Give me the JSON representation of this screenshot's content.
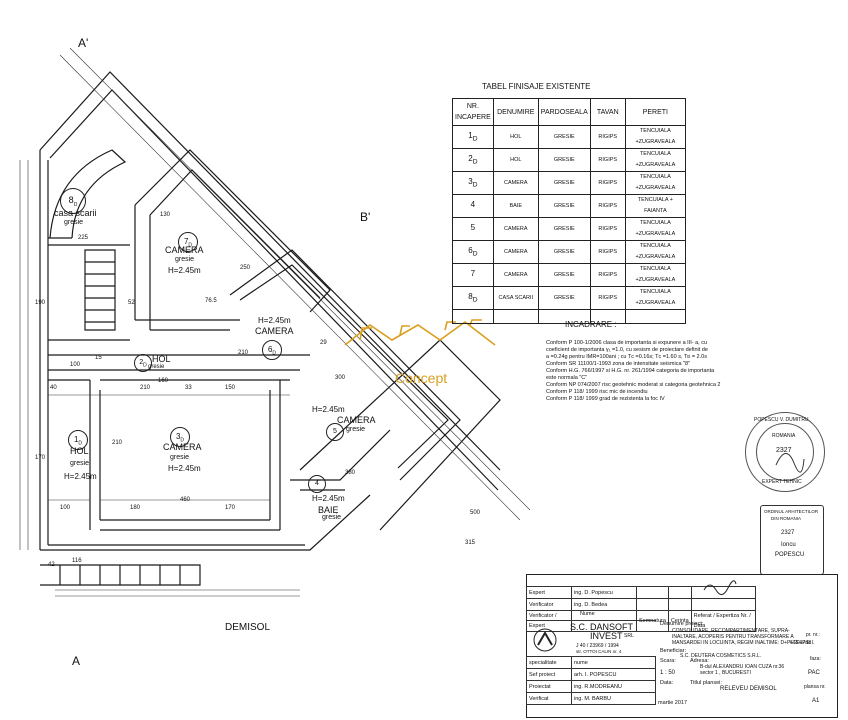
{
  "labels": {
    "a_prime": "A'",
    "a": "A",
    "b_prime": "B'",
    "demisol": "DEMISOL",
    "watermark": "Concept"
  },
  "rooms": [
    {
      "number": "8",
      "sub": "D",
      "name": "casa scarii",
      "finish": "gresie"
    },
    {
      "number": "7",
      "sub": "D",
      "name": "CAMERA",
      "finish": "gresie",
      "height": "H=2.45m"
    },
    {
      "number": "6",
      "sub": "D",
      "name": "CAMERA",
      "height": "H=2.45m"
    },
    {
      "number": "2",
      "sub": "D",
      "name": "HOL",
      "finish": "gresie"
    },
    {
      "number": "3",
      "sub": "D",
      "name": "CAMERA",
      "finish": "gresie",
      "height": "H=2.45m"
    },
    {
      "number": "1",
      "sub": "D",
      "name": "HOL",
      "finish": "gresie",
      "height": "H=2.45m"
    },
    {
      "number": "5",
      "name": "CAMERA",
      "finish": "gresie",
      "height": "H=2.45m"
    },
    {
      "number": "4",
      "name": "BAIE",
      "finish": "gresie",
      "height": "H=2.45m"
    }
  ],
  "dimensions": [
    "225",
    "76.5",
    "100",
    "210",
    "40",
    "460",
    "42",
    "116",
    "100",
    "210",
    "180",
    "160",
    "170",
    "300",
    "380",
    "500",
    "315",
    "170",
    "190",
    "150",
    "210",
    "52",
    "130",
    "250",
    "33",
    "15",
    "29"
  ],
  "finishes_table": {
    "title": "TABEL FINISAJE EXISTENTE",
    "headers": [
      "NR. INCAPERE",
      "DENUMIRE",
      "PARDOSEALA",
      "TAVAN",
      "PERETI"
    ],
    "rows": [
      {
        "nr": "1",
        "sub": "D",
        "name": "HOL",
        "floor": "GRESIE",
        "ceiling": "RIGIPS",
        "walls": "TENCUIALA +ZUGRAVEALA"
      },
      {
        "nr": "2",
        "sub": "D",
        "name": "HOL",
        "floor": "GRESIE",
        "ceiling": "RIGIPS",
        "walls": "TENCUIALA +ZUGRAVEALA"
      },
      {
        "nr": "3",
        "sub": "D",
        "name": "CAMERA",
        "floor": "GRESIE",
        "ceiling": "RIGIPS",
        "walls": "TENCUIALA +ZUGRAVEALA"
      },
      {
        "nr": "4",
        "sub": "",
        "name": "BAIE",
        "floor": "GRESIE",
        "ceiling": "RIGIPS",
        "walls": "TENCUIALA + FAIANTA"
      },
      {
        "nr": "5",
        "sub": "",
        "name": "CAMERA",
        "floor": "GRESIE",
        "ceiling": "RIGIPS",
        "walls": "TENCUIALA +ZUGRAVEALA"
      },
      {
        "nr": "6",
        "sub": "D",
        "name": "CAMERA",
        "floor": "GRESIE",
        "ceiling": "RIGIPS",
        "walls": "TENCUIALA +ZUGRAVEALA"
      },
      {
        "nr": "7",
        "sub": "",
        "name": "CAMERA",
        "floor": "GRESIE",
        "ceiling": "RIGIPS",
        "walls": "TENCUIALA +ZUGRAVEALA"
      },
      {
        "nr": "8",
        "sub": "D",
        "name": "CASA SCARII",
        "floor": "GRESIE",
        "ceiling": "RIGIPS",
        "walls": "TENCUIALA +ZUGRAVEALA"
      }
    ]
  },
  "incadrare": {
    "title": "INCADRARE :",
    "lines": [
      "Conform P 100-1/2006 clasa de importanta si expunere a III- a, cu",
      "coeficient de importanta   γ₁ =1.0, cu sesism de proiectare definit de",
      "a =0.24g pentru IMR=100ani ; cu Tᴄ =0.16s; Tᴄ =1.60 s, Tᴅ = 2.0s",
      "Conform SR 11100/1-1993 zona  de intensitate seismica \"8\"",
      "Conform H.G. 766/1997 si H.G. nr. 261/1994 categoria de importanta",
      "este normala \"C\"",
      "Conform NP 074/2007 risc geotehnic moderat si categoria geotehnica 2",
      "Conform P 118/ 1999 risc  mic de incendiu",
      "Conform P 118/ 1999 grad de rezistenta la foc IV"
    ]
  },
  "stamps": {
    "expert": [
      "POPESCU V. DUMITRU",
      "EXPERT TEHNIC",
      "ROMANIA",
      "2327"
    ],
    "architect": [
      "ORDINUL ARHITECTILOR",
      "DIN ROMANIA",
      "2327",
      "Ioncu",
      "POPESCU"
    ]
  },
  "title_block": {
    "verification_rows": [
      {
        "role": "Expert",
        "name": "ing. D. Popescu"
      },
      {
        "role": "Verificator",
        "name": "ing. D. Bedea"
      },
      {
        "role": "Verificator / Expert",
        "name": ""
      }
    ],
    "col_name": "Nume",
    "col_signature": "Semnatura",
    "col_requirement": "Cerinta",
    "col_report": "Referat / Expertiza Nr. / Data",
    "firm": [
      "S.C. DANSOFT",
      "INVEST",
      "SRL",
      "J 40 / 23969 / 1994",
      "str. OTTOI CALIN nr. 4"
    ],
    "project_label": "Denumire proiect:",
    "project_text": [
      "CONSOLIDARE, RECOMPARTIMENTARE, SUPRA-",
      "INALTARE, ACOPERIS PENTRU TRANSFORMARE A",
      "MANSARDEI IN LOCUINTA, REGIM INALTIME: D+P+1E+Pod"
    ],
    "beneficiary_label": "Beneficiar:",
    "beneficiary": "S.C. DEUTERA COSMETICS S.R.L.",
    "project_no_label": "pr. nr.:",
    "project_no": "6/2017/D.I.",
    "phase_label": "faza:",
    "phase": "PAC",
    "scale_label": "Scara:",
    "scale": "1 : 50",
    "address_label": "Adresa:",
    "address": [
      "B-dul ALEXANDRU IOAN CUZA nr.36",
      "sector 1 , BUCURESTI"
    ],
    "staff": [
      {
        "role": "specialitate",
        "name": "nume"
      },
      {
        "role": "Sef proiect",
        "name": "arh. I. POPESCU"
      },
      {
        "role": "Proiectat",
        "name": "ing. R.MODREANU"
      },
      {
        "role": "Verificat",
        "name": "ing. M. BARBU"
      }
    ],
    "date_label": "Data:",
    "date": "martie 2017",
    "plan_label": "Titlul plansei:",
    "plan_title": "RELEVEU DEMISOL",
    "sheet_label": "plansa nr.",
    "sheet": "A1"
  }
}
